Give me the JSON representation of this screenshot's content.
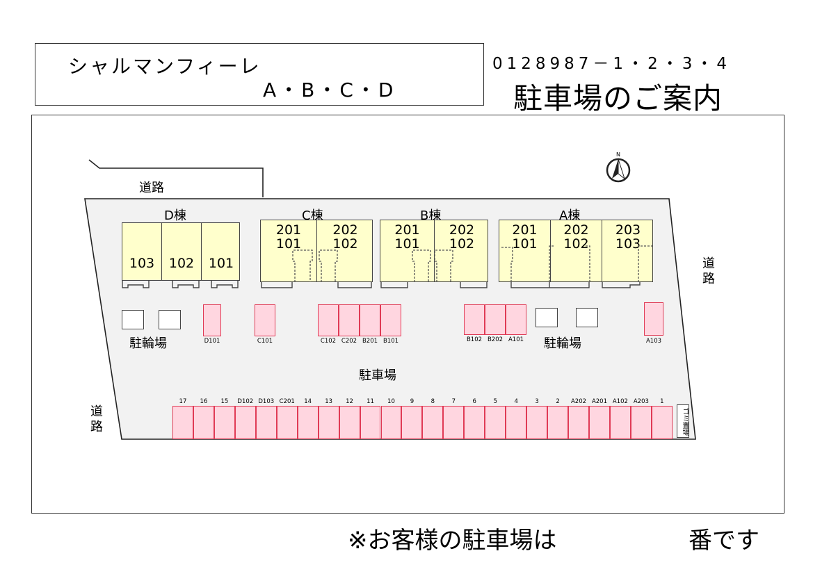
{
  "title": {
    "name": "シャルマンフィーレ",
    "buildings": "A・B・C・D",
    "code": "0128987－1・2・3・4",
    "heading": "駐車場のご案内"
  },
  "roads": {
    "top": "道路",
    "right": "道路",
    "left": "道路"
  },
  "compass": {
    "label": "N"
  },
  "building_D": {
    "label": "D棟",
    "units": [
      "103",
      "102",
      "101"
    ]
  },
  "building_C": {
    "label": "C棟",
    "units": [
      "201\n101",
      "202\n102"
    ]
  },
  "building_B": {
    "label": "B棟",
    "units": [
      "201\n101",
      "202\n102"
    ]
  },
  "building_A": {
    "label": "A棟",
    "units": [
      "201\n101",
      "202\n102",
      "203\n103"
    ]
  },
  "bike_parking": "駐輪場",
  "parking_label": "駐車場",
  "upper_slots": [
    "D101",
    "C101",
    "C102",
    "C202",
    "B201",
    "B101",
    "B102",
    "B202",
    "A101",
    "A103"
  ],
  "lower_slots": [
    "17",
    "16",
    "15",
    "D102",
    "D103",
    "C201",
    "14",
    "13",
    "12",
    "11",
    "10",
    "9",
    "8",
    "7",
    "6",
    "5",
    "4",
    "3",
    "2",
    "A202",
    "A201",
    "A102",
    "A203",
    "1"
  ],
  "trash": "ゴミ置場",
  "footer": {
    "left": "※お客様の駐車場は",
    "right": "番です"
  },
  "colors": {
    "slot_fill": "#ffd6e0",
    "slot_border": "#e03a55",
    "building_fill": "#ffffcc",
    "lot_fill": "#f2f2f2"
  }
}
